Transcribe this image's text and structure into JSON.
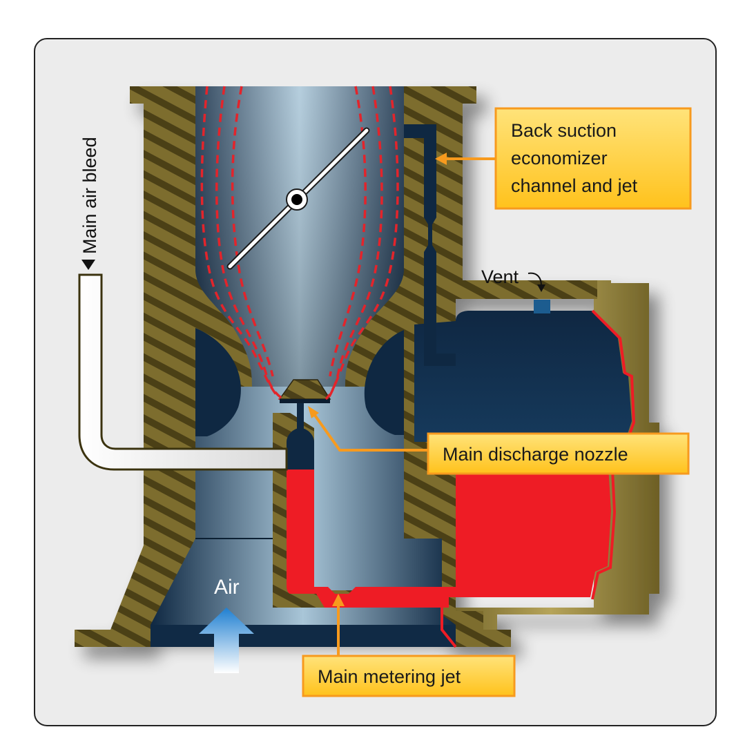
{
  "labels": {
    "main_air_bleed": "Main air bleed",
    "vent": "Vent",
    "air": "Air"
  },
  "callouts": {
    "back_suction": [
      "Back suction",
      "economizer",
      "channel and jet"
    ],
    "main_discharge_nozzle": "Main discharge nozzle",
    "main_metering_jet": "Main metering jet"
  },
  "colors": {
    "frame_background": "#ececec",
    "body_metal": "#7a6a2c",
    "body_stripe": "#4d4118",
    "venturi_blue": "#5e7f9a",
    "fuel_red": "#ee1c25",
    "chamber_navy": "#112a44",
    "callout_orange": "#f79a1e",
    "callout_yellow": "#ffcd2c"
  },
  "icons": {
    "throttle_valve": "throttle-valve-icon",
    "air_arrow": "up-arrow-icon"
  }
}
